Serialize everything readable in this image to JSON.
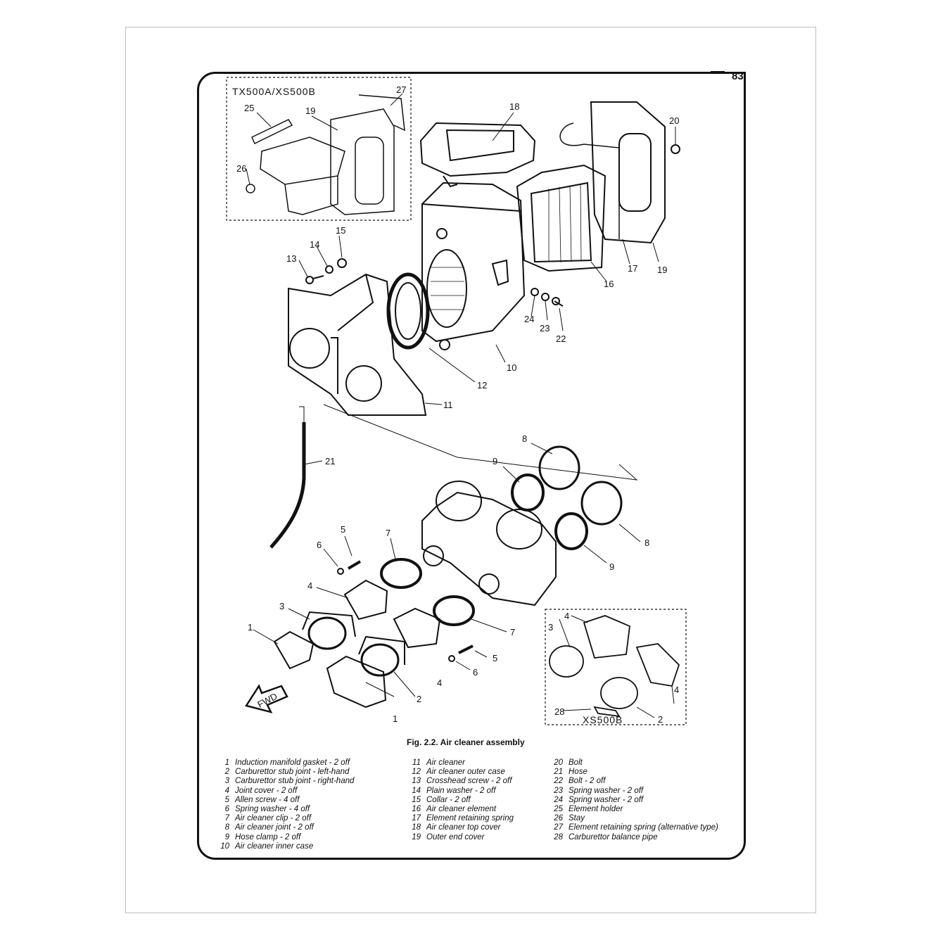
{
  "page_number": "83",
  "inset_top": {
    "title": "TX500A/XS500B"
  },
  "inset_bottom": {
    "title": "XS500B"
  },
  "fwd_arrow": "FWD",
  "callouts": [
    "1",
    "2",
    "3",
    "4",
    "5",
    "6",
    "7",
    "8",
    "9",
    "10",
    "11",
    "12",
    "13",
    "14",
    "15",
    "16",
    "17",
    "18",
    "19",
    "20",
    "21",
    "22",
    "23",
    "24",
    "25",
    "26",
    "27",
    "28"
  ],
  "caption": "Fig. 2.2. Air cleaner assembly",
  "legend": {
    "col1": [
      {
        "num": "1",
        "text": "Induction manifold gasket - 2 off"
      },
      {
        "num": "2",
        "text": "Carburettor stub joint - left-hand"
      },
      {
        "num": "3",
        "text": "Carburettor stub joint - right-hand"
      },
      {
        "num": "4",
        "text": "Joint cover - 2 off"
      },
      {
        "num": "5",
        "text": "Allen screw - 4 off"
      },
      {
        "num": "6",
        "text": "Spring washer - 4 off"
      },
      {
        "num": "7",
        "text": "Air cleaner clip - 2 off"
      },
      {
        "num": "8",
        "text": "Air cleaner joint - 2 off"
      },
      {
        "num": "9",
        "text": "Hose clamp - 2 off"
      },
      {
        "num": "10",
        "text": "Air cleaner inner case"
      }
    ],
    "col2": [
      {
        "num": "11",
        "text": "Air cleaner"
      },
      {
        "num": "12",
        "text": "Air cleaner outer case"
      },
      {
        "num": "13",
        "text": "Crosshead screw - 2 off"
      },
      {
        "num": "14",
        "text": "Plain washer - 2 off"
      },
      {
        "num": "15",
        "text": "Collar - 2 off"
      },
      {
        "num": "16",
        "text": "Air cleaner element"
      },
      {
        "num": "17",
        "text": "Element retaining spring"
      },
      {
        "num": "18",
        "text": "Air cleaner top cover"
      },
      {
        "num": "19",
        "text": "Outer end cover"
      }
    ],
    "col3": [
      {
        "num": "20",
        "text": "Bolt"
      },
      {
        "num": "21",
        "text": "Hose"
      },
      {
        "num": "22",
        "text": "Bolt - 2 off"
      },
      {
        "num": "23",
        "text": "Spring washer - 2 off"
      },
      {
        "num": "24",
        "text": "Spring washer - 2 off"
      },
      {
        "num": "25",
        "text": "Element holder"
      },
      {
        "num": "26",
        "text": "Stay"
      },
      {
        "num": "27",
        "text": "Element retaining spring (alternative type)"
      },
      {
        "num": "28",
        "text": "Carburettor balance pipe"
      }
    ]
  }
}
